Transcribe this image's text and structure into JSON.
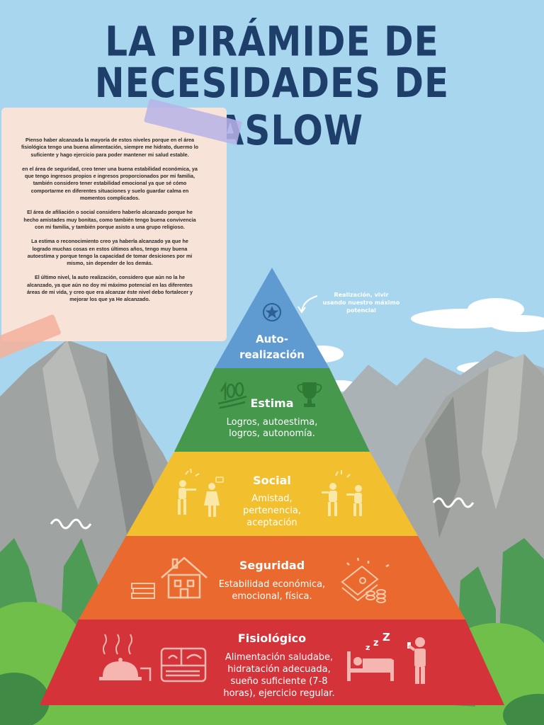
{
  "title": {
    "line1": "LA PIRÁMIDE DE",
    "line2": "NECESIDADES DE MASLOW"
  },
  "note": {
    "paragraphs": [
      "Pienso haber alcanzada la mayoría de estos niveles  porque en el área fisiológica tengo una buena alimentación, siempre me hidrato, duermo lo suficiente y hago ejercicio para poder mantener mi salud estable.",
      "en el área de seguridad, creo tener una buena estabilidad económica, ya que tengo ingresos propios e ingresos proporcionados por mi familia, también considero tener estabilidad emocional ya que sé cómo comportarme en diferentes situaciones y suelo guardar calma en momentos complicados.",
      "El área de afiliación o social considero haberlo alcanzado porque he hecho amistades muy bonitas, como también tengo buena convivencia con mi familia, y también porque asisto a una grupo religioso.",
      "La estima o reconocimiento creo ya haberla alcanzado ya que he logrado muchas cosas en estos últimos años, tengo muy buena autoestima y porque tengo la capacidad de tomar desiciones por mi mismo, sin depender de los demás.",
      "El último nivel, la auto realización, considero que aún no la he alcanzado, ya que aún no doy mi máximo potencial en las diferentes áreas de mi vida, y creo que era alcanzar éste nivel debo fortalecer y mejorar los que ya He alcanzado."
    ]
  },
  "annotation": "Realización, vivir usando nuestro máximo potencial",
  "levels": [
    {
      "name": "Auto-",
      "name2": "realización",
      "color": "#5f9bd0"
    },
    {
      "name": "Estima",
      "desc1": "Logros, autoestima,",
      "desc2": "logros, autonomía.",
      "color": "#45984c"
    },
    {
      "name": "Social",
      "desc1": "Amistad,",
      "desc2": "pertenencia,",
      "desc3": "aceptación",
      "color": "#f2bf2e"
    },
    {
      "name": "Seguridad",
      "desc1": "Estabilidad económica,",
      "desc2": "emocional, física.",
      "color": "#e9692f"
    },
    {
      "name": "Fisiológico",
      "desc1": "Alimentación saludabe,",
      "desc2": "hidratación adecuada,",
      "desc3": "sueño suficiente (7-8",
      "desc4": "horas), ejercicio regular.",
      "color": "#d5333a"
    }
  ],
  "icons": [
    "star-icon",
    "hundred-icon",
    "trophy-icon",
    "arguing-people-icon",
    "house-icon",
    "money-icon",
    "food-tray-icon",
    "sleeping-icon",
    "drinking-person-icon"
  ]
}
